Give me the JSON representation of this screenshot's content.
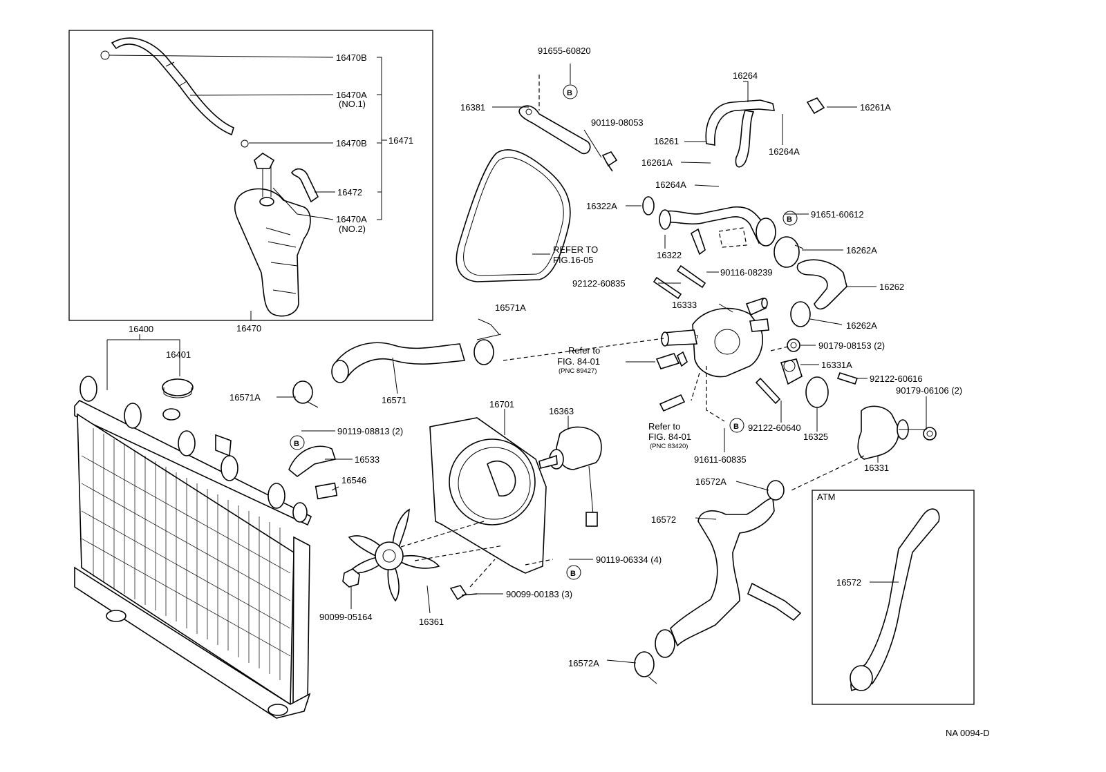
{
  "drawing_code": "NA 0094-D",
  "callouts": [
    {
      "id": "p16470b-top",
      "text": "16470B"
    },
    {
      "id": "p16470a-no1",
      "text": "16470A",
      "sub": "(NO.1)"
    },
    {
      "id": "p16470b-mid",
      "text": "16470B"
    },
    {
      "id": "p16471",
      "text": "16471"
    },
    {
      "id": "p16472",
      "text": "16472"
    },
    {
      "id": "p16470a-no2",
      "text": "16470A",
      "sub": "(NO.2)"
    },
    {
      "id": "p16470",
      "text": "16470"
    },
    {
      "id": "p91655-60820",
      "text": "91655-60820"
    },
    {
      "id": "p16381",
      "text": "16381"
    },
    {
      "id": "p90119-08053",
      "text": "90119-08053"
    },
    {
      "id": "p16264",
      "text": "16264"
    },
    {
      "id": "p16261a-right",
      "text": "16261A"
    },
    {
      "id": "p16261",
      "text": "16261"
    },
    {
      "id": "p16264a-right",
      "text": "16264A"
    },
    {
      "id": "p16261a-left",
      "text": "16261A"
    },
    {
      "id": "p16264a-left",
      "text": "16264A"
    },
    {
      "id": "p16322a",
      "text": "16322A"
    },
    {
      "id": "p91651-60612",
      "text": "91651-60612"
    },
    {
      "id": "p16322",
      "text": "16322"
    },
    {
      "id": "p16262a-top",
      "text": "16262A"
    },
    {
      "id": "p90116-08239",
      "text": "90116-08239"
    },
    {
      "id": "p92122-60835",
      "text": "92122-60835"
    },
    {
      "id": "p16262",
      "text": "16262"
    },
    {
      "id": "p16333",
      "text": "16333"
    },
    {
      "id": "p16262a-bot",
      "text": "16262A"
    },
    {
      "id": "p90179-08153",
      "text": "90179-08153 (2)"
    },
    {
      "id": "p16331a",
      "text": "16331A"
    },
    {
      "id": "p92122-60616",
      "text": "92122-60616"
    },
    {
      "id": "p90179-06106",
      "text": "90179-06106 (2)"
    },
    {
      "id": "p92122-60640",
      "text": "92122-60640"
    },
    {
      "id": "p16325",
      "text": "16325"
    },
    {
      "id": "p91611-60835",
      "text": "91611-60835"
    },
    {
      "id": "p16331",
      "text": "16331"
    },
    {
      "id": "p16400",
      "text": "16400"
    },
    {
      "id": "p16401",
      "text": "16401"
    },
    {
      "id": "p16571a-top",
      "text": "16571A"
    },
    {
      "id": "p16571",
      "text": "16571"
    },
    {
      "id": "p16571a-left",
      "text": "16571A"
    },
    {
      "id": "p90119-08813",
      "text": "90119-08813 (2)"
    },
    {
      "id": "p16533",
      "text": "16533"
    },
    {
      "id": "p16546",
      "text": "16546"
    },
    {
      "id": "p16701",
      "text": "16701"
    },
    {
      "id": "p16363",
      "text": "16363"
    },
    {
      "id": "p90119-06334",
      "text": "90119-06334 (4)"
    },
    {
      "id": "p90099-00183",
      "text": "90099-00183 (3)"
    },
    {
      "id": "p90099-05164",
      "text": "90099-05164"
    },
    {
      "id": "p16361",
      "text": "16361"
    },
    {
      "id": "p16572a-top",
      "text": "16572A"
    },
    {
      "id": "p16572",
      "text": "16572"
    },
    {
      "id": "p16572a-bot",
      "text": "16572A"
    },
    {
      "id": "p16572-atm",
      "text": "16572"
    }
  ],
  "references": {
    "fig_16_05": {
      "line1": "REFER TO",
      "line2": "FIG.16-05"
    },
    "fig_84_01_a": {
      "line1": "Refer to",
      "line2": "FIG. 84-01",
      "line3": "(PNC 89427)"
    },
    "fig_84_01_b": {
      "line1": "Refer to",
      "line2": "FIG. 84-01",
      "line3": "(PNC 83420)"
    }
  },
  "atm_box_label": "ATM",
  "bolt_marker": "B"
}
